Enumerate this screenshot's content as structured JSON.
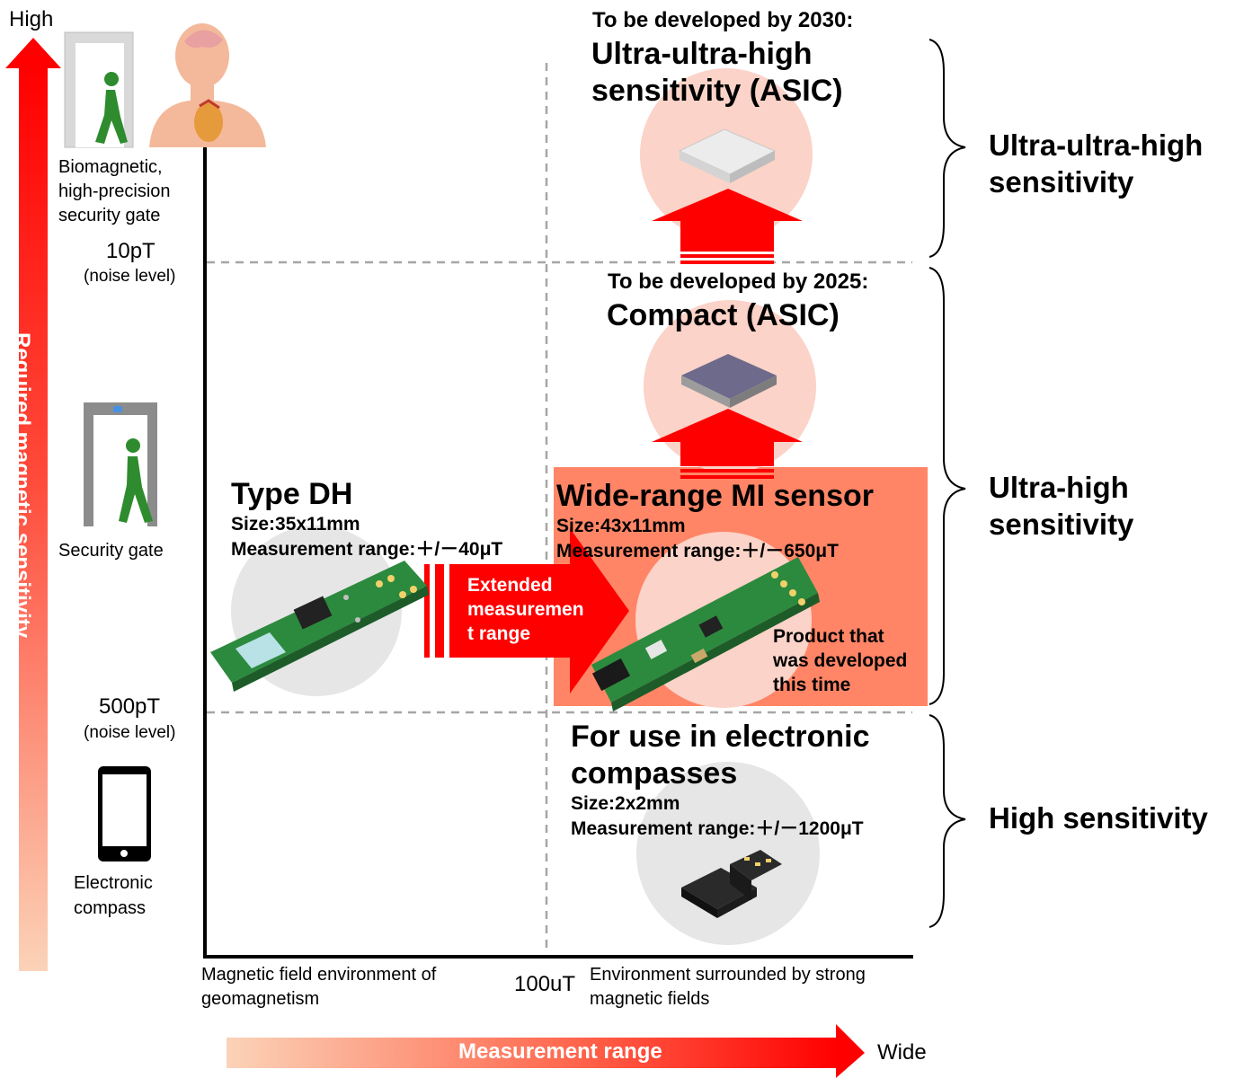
{
  "y_axis": {
    "top_label": "High",
    "title": "Required magnetic sensitivity"
  },
  "x_axis": {
    "title": "Measurement range",
    "end_label": "Wide"
  },
  "left_panel": {
    "biomagnetic": {
      "line1": "Biomagnetic,",
      "line2": "high-precision",
      "line3": "security gate"
    },
    "level_10pt": {
      "value": "10pT",
      "note": "(noise level)"
    },
    "security_gate": "Security gate",
    "level_500pt": {
      "value": "500pT",
      "note": "(noise level)"
    },
    "compass": {
      "line1": "Electronic",
      "line2": "compass"
    }
  },
  "bottom_labels": {
    "geomag": {
      "line1": "Magnetic field environment of",
      "line2": "geomagnetism"
    },
    "divider": "100uT",
    "strong": {
      "line1": "Environment surrounded by strong",
      "line2": "magnetic fields"
    }
  },
  "products": {
    "asic_2030": {
      "header": "To be developed by 2030:",
      "line1": "Ultra-ultra-high",
      "line2": "sensitivity (ASIC)"
    },
    "asic_2025": {
      "header": "To be developed by 2025:",
      "line1": "Compact (ASIC)"
    },
    "type_dh": {
      "title": "Type DH",
      "size": "Size:35x11mm",
      "range": "Measurement range:＋/－40μT"
    },
    "wide_range": {
      "title": "Wide-range MI sensor",
      "size": "Size:43x11mm",
      "range": "Measurement range:＋/－650μT",
      "note1": "Product that",
      "note2": "was developed",
      "note3": "this time"
    },
    "compass": {
      "line1": "For use in electronic",
      "line2": "compasses",
      "size": "Size:2x2mm",
      "range": "Measurement range:＋/－1200μT"
    }
  },
  "arrow_label": {
    "line1": "Extended",
    "line2": "measuremen",
    "line3": "t range"
  },
  "right_labels": {
    "top": {
      "line1": "Ultra-ultra-high",
      "line2": "sensitivity"
    },
    "mid": {
      "line1": "Ultra-high",
      "line2": "sensitivity"
    },
    "bottom": "High sensitivity"
  },
  "colors": {
    "red": "#ff0000",
    "orange_box": "#ff8566",
    "circle": "#e6e6e6",
    "pink_circle": "#fbd3c8"
  }
}
